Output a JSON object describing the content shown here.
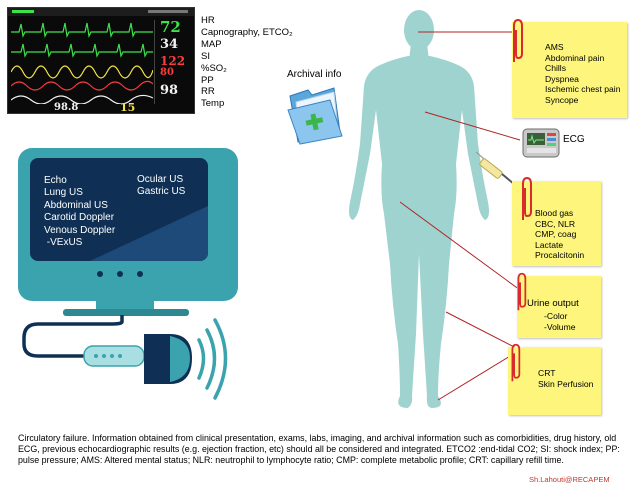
{
  "monitor": {
    "hr_value": "72",
    "spo2_value": "34",
    "map_value": "122",
    "map_sub": "80",
    "temp_value": "98",
    "bottom_left_value": "98.8",
    "bottom_mid_value": "15",
    "colors": {
      "green": "#3ee34a",
      "yellow": "#f6e24a",
      "red": "#ff3b3b",
      "white": "#f2f2f2"
    }
  },
  "vitals_list": [
    "HR",
    "Capnography, ETCO₂",
    "MAP",
    "SI",
    "%SO₂",
    "PP",
    "RR",
    "Temp"
  ],
  "archival_label": "Archival info",
  "ultrasound": {
    "left_items": [
      "Echo",
      "Lung US",
      "Abdominal US",
      "Carotid Doppler",
      "Venous Doppler",
      " -VExUS"
    ],
    "right_items": [
      "Ocular US",
      "Gastric US"
    ]
  },
  "ecg_label": "ECG",
  "notes": {
    "head": [
      "AMS",
      "Abdominal pain",
      "Chills",
      "Dyspnea",
      "Ischemic chest pain",
      "Syncope"
    ],
    "labs": [
      "Blood gas",
      "CBC, NLR",
      "CMP, coag",
      "Lactate",
      "Procalcitonin"
    ],
    "urine": {
      "title": "Urine output",
      "items": [
        "-Color",
        "-Volume"
      ]
    },
    "crt": [
      "CRT",
      "Skin Perfusion"
    ]
  },
  "caption": "Circulatory failure. Information obtained from clinical presentation, exams, labs, imaging, and archival information such as comorbidities, drug history, old ECG, previous echocardiographic results (e.g. ejection fraction, etc) should all be considered and integrated. ETCO2 :end-tidal CO2; SI: shock index; PP: pulse pressure; AMS: Altered mental status; NLR: neutrophil to lymphocyte ratio; CMP: complete metabolic profile; CRT: capillary refill time.",
  "credit": "Sh.Lahouti@RECAPEM",
  "colors": {
    "body": "#9fd3d0",
    "teal": "#3aa3ad",
    "screen": "#0f3054",
    "note": "#fdf57c",
    "line": "#b02424"
  }
}
